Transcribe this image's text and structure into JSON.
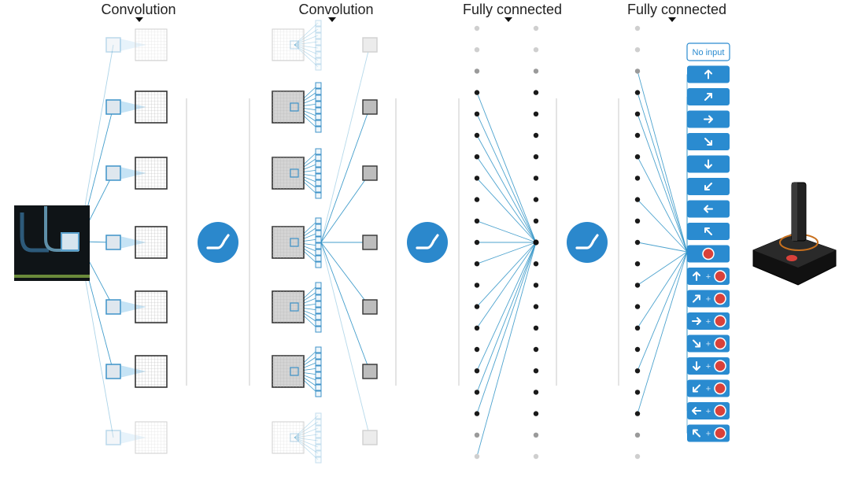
{
  "headers": [
    "Convolution",
    "Convolution",
    "Fully connected",
    "Fully connected"
  ],
  "activation": "rectifier",
  "no_input_label": "No input",
  "actions": [
    {
      "dir": "up",
      "fire": false
    },
    {
      "dir": "up-right",
      "fire": false
    },
    {
      "dir": "right",
      "fire": false
    },
    {
      "dir": "down-right",
      "fire": false
    },
    {
      "dir": "down",
      "fire": false
    },
    {
      "dir": "down-left",
      "fire": false
    },
    {
      "dir": "left",
      "fire": false
    },
    {
      "dir": "up-left",
      "fire": false
    },
    {
      "dir": "none",
      "fire": true
    },
    {
      "dir": "up",
      "fire": true
    },
    {
      "dir": "up-right",
      "fire": true
    },
    {
      "dir": "right",
      "fire": true
    },
    {
      "dir": "down-right",
      "fire": true
    },
    {
      "dir": "down",
      "fire": true
    },
    {
      "dir": "down-left",
      "fire": true
    },
    {
      "dir": "left",
      "fire": true
    },
    {
      "dir": "up-left",
      "fire": true
    }
  ],
  "plus_label": "+",
  "colors": {
    "line": "#2f93c6",
    "button": "#2a8bd0",
    "fire": "#d9413a",
    "relu": "#2b88cc",
    "divider": "#c9c9c9"
  }
}
